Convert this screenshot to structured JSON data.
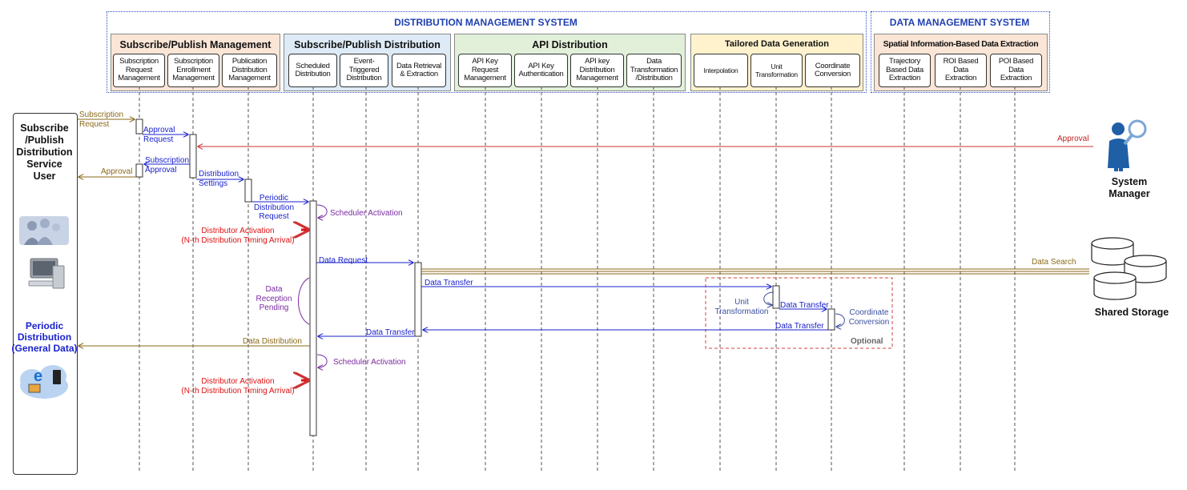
{
  "systems": {
    "distribution_title": "DISTRIBUTION MANAGEMENT SYSTEM",
    "data_title": "DATA MANAGEMENT SYSTEM"
  },
  "groups": [
    {
      "title": "Subscribe/Publish Management",
      "components": [
        "Subscription\nRequest\nManagement",
        "Subscription\nEnrollment\nManagement",
        "Publication\nDistribution\nManagement"
      ]
    },
    {
      "title": "Subscribe/Publish Distribution",
      "components": [
        "Scheduled\nDistribution",
        "Event-\nTriggered\nDistribution",
        "Data Retrieval\n& Extraction"
      ]
    },
    {
      "title": "API Distribution",
      "components": [
        "API Key\nRequest\nManagement",
        "API Key\nAuthentication",
        "API key\nDistribution\nManagement",
        "Data\nTransformation\n/Distribution"
      ]
    },
    {
      "title": "Tailored Data Generation",
      "components": [
        "Interpolation",
        "Unit\nTransformation",
        "Coordinate\nConversion"
      ]
    },
    {
      "title": "Spatial Information-Based Data Extraction",
      "components": [
        "Trajectory\nBased Data\nExtraction",
        "ROI Based\nData\nExtraction",
        "POI Based\nData\nExtraction"
      ]
    }
  ],
  "actors": {
    "user": "Subscribe\n/Publish\nDistribution\nService\nUser",
    "user_periodic": "Periodic\nDistribution\n(General Data)",
    "manager": "System\nManager",
    "storage": "Shared Storage"
  },
  "messages": {
    "subscription_request": "Subscription\nRequest",
    "approval_request": "Approval\nRequest",
    "approval_from_manager": "Approval",
    "subscription_approval": "Subscription\nApproval",
    "approval_to_user": "Approval",
    "distribution_settings": "Distribution\nSettings",
    "periodic_distribution_request": "Periodic\nDistribution\nRequest",
    "scheduler_activation_1": "Scheduler Activation",
    "distributor_activation_1": "Distributor Activation\n(N-th Distribution Timing  Arrival)",
    "data_request": "Data Request",
    "data_search": "Data Search",
    "data_transfer_1": "Data Transfer",
    "data_reception_pending": "Data\nReception\nPending",
    "unit_transformation": "Unit\nTransformation",
    "data_transfer_2": "Data Transfer",
    "coordinate_conversion": "Coordinate\nConversion",
    "data_transfer_3": "Data Transfer",
    "data_transfer_4": "Data Transfer",
    "optional": "Optional",
    "data_distribution": "Data Distribution",
    "scheduler_activation_2": "Scheduler Activation",
    "distributor_activation_2": "Distributor Activation\n(N-th Distribution Timing  Arrival)"
  },
  "colors": {
    "system_border": "#3050c0",
    "group_fill_1": "#fbe5d6",
    "group_fill_2": "#deebf7",
    "group_fill_3": "#e2f0d9",
    "group_fill_4": "#fff2cc",
    "group_fill_5": "#fbe5d6",
    "brown": "#8b6a1a",
    "blue": "#1a22cc",
    "purple": "#7a2aa0",
    "red": "#dd1111"
  }
}
